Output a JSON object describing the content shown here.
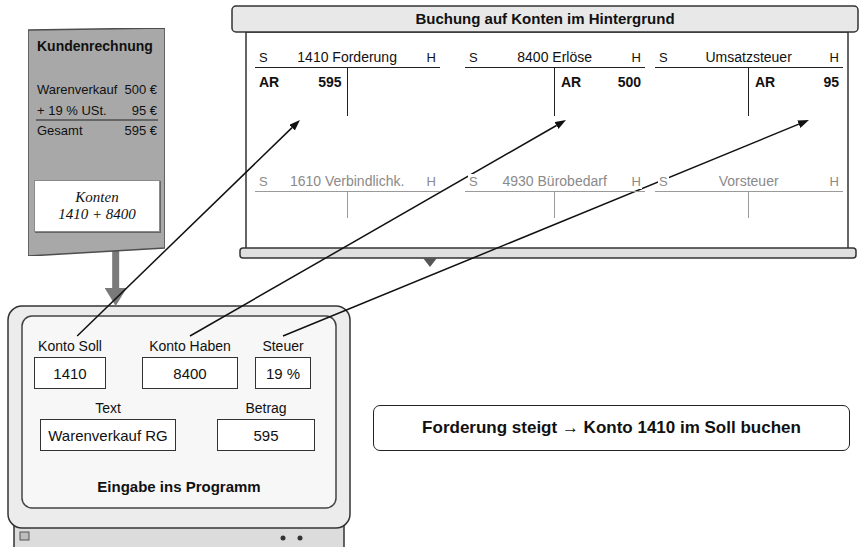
{
  "diagram": {
    "nodes": [
      {
        "text": [
          "Kundenrechnung",
          "Warenverkauf",
          "500 €",
          "+ 19 % USt.",
          "95 €",
          "Gesamt",
          "595 €"
        ]
      },
      {
        "text": [
          "Konten",
          "1410 + 8400"
        ],
        "in": 0
      },
      {
        "text": [
          "Eingabe ins Programm"
        ]
      },
      {
        "text": [
          "Konto Soll",
          "1410"
        ],
        "in": 2
      },
      {
        "text": [
          "Konto Haben",
          "8400"
        ],
        "in": 2
      },
      {
        "text": [
          "Steuer",
          "19 %"
        ],
        "in": 2
      },
      {
        "text": [
          "Text",
          "Warenverkauf RG"
        ],
        "in": 2
      },
      {
        "text": [
          "Betrag",
          "595"
        ],
        "in": 2
      },
      {
        "text": [
          "Buchung auf Konten im Hintergrund"
        ]
      },
      {
        "text": [
          "S",
          "1410 Forderung",
          "H",
          "AR",
          "595"
        ],
        "in": 8
      },
      {
        "text": [
          "S",
          "8400 Erlöse",
          "H",
          "AR",
          "500"
        ],
        "in": 8
      },
      {
        "text": [
          "S",
          "Umsatzsteuer",
          "H",
          "AR",
          "95"
        ],
        "in": 8
      },
      {
        "text": [
          "S",
          "1610 Verbindlichk.",
          "H"
        ],
        "in": 8
      },
      {
        "text": [
          "S",
          "4930 Bürobedarf",
          "H"
        ],
        "in": 8
      },
      {
        "text": [
          "S",
          "Vorsteuer",
          "H"
        ],
        "in": 8
      },
      {
        "text": [
          "Forderung steigt → Konto 1410 im Soll buchen"
        ]
      }
    ],
    "edges": [
      {
        "from": 0,
        "to": 2,
        "arrow": "to"
      },
      {
        "from": 3,
        "to": 9,
        "arrow": "to"
      },
      {
        "from": 4,
        "to": 10,
        "arrow": "to"
      },
      {
        "from": 5,
        "to": 11,
        "arrow": "to"
      }
    ]
  }
}
